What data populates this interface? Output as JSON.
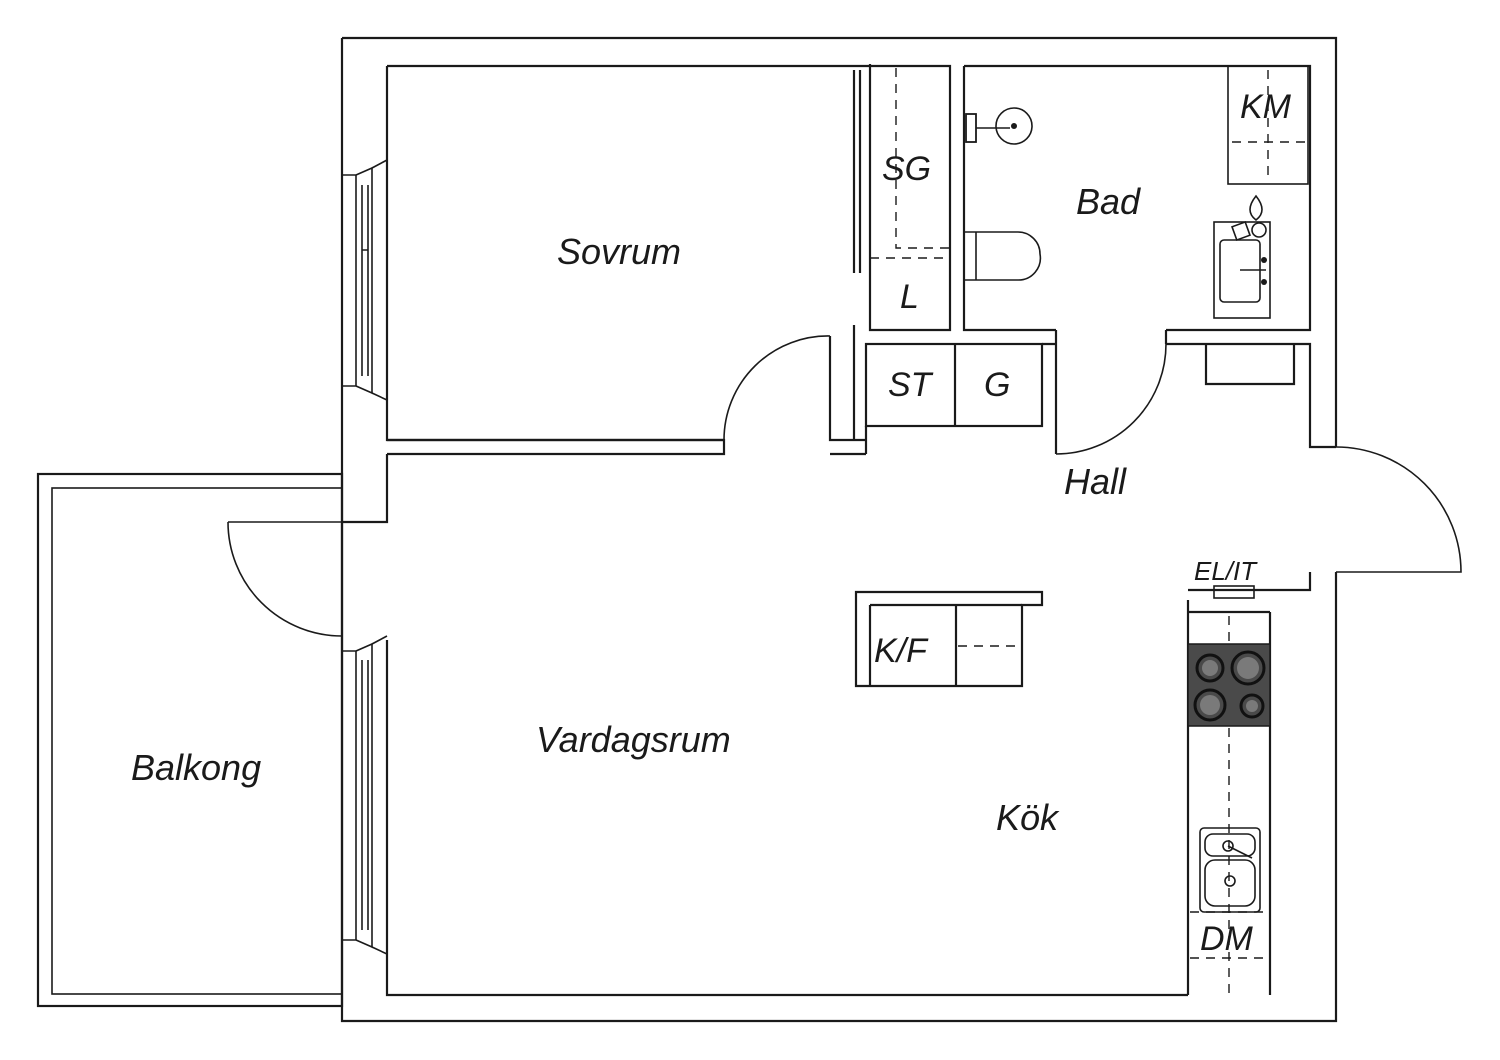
{
  "rooms": {
    "sovrum": "Sovrum",
    "bad": "Bad",
    "hall": "Hall",
    "vardagsrum": "Vardagsrum",
    "kok": "Kök",
    "balkong": "Balkong"
  },
  "fixtures": {
    "sg": "SG",
    "l": "L",
    "km": "KM",
    "st": "ST",
    "g": "G",
    "kf": "K/F",
    "elit": "EL/IT",
    "dm": "DM"
  },
  "colors": {
    "line": "#1a1a1a",
    "stove": "#4a4a4a",
    "background": "#ffffff"
  }
}
